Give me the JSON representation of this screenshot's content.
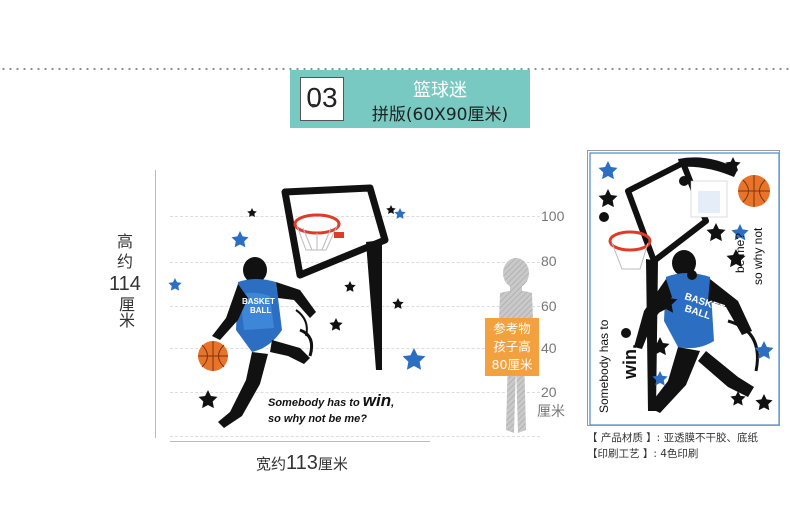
{
  "banner": {
    "number": "03",
    "title": "篮球迷",
    "subtitle": "拼版(60X90厘米)"
  },
  "dimensions": {
    "height_chars": [
      "高",
      "约"
    ],
    "height_value": "114",
    "height_unit": "厘米",
    "width_prefix": "宽约",
    "width_value": "113",
    "width_unit": "厘米"
  },
  "scale": {
    "ticks": [
      "100",
      "80",
      "60",
      "40",
      "20"
    ],
    "unit": "厘米"
  },
  "reference": {
    "lines": [
      "参考物",
      "孩子高",
      "80厘米"
    ]
  },
  "artwork": {
    "jersey_line1": "BASKET",
    "jersey_line2": "BALL",
    "slogan_line1": "Somebody has to ",
    "slogan_win": "win",
    "slogan_comma": ",",
    "slogan_line2": "so why not be me?"
  },
  "product": {
    "text_left": "Somebody has to",
    "text_win": "win,",
    "text_right1": "be me?",
    "text_right2": "so why not"
  },
  "specs": {
    "material_label": "【 产品材质 】:",
    "material_value": "亚透膜不干胶、底纸",
    "print_label": "【印刷工艺 】:",
    "print_value": "4色印刷"
  },
  "colors": {
    "banner_bg": "#79c9c3",
    "star_blue": "#2c6fc2",
    "ball_orange": "#e8742a",
    "ref_box": "#f3a03f"
  }
}
